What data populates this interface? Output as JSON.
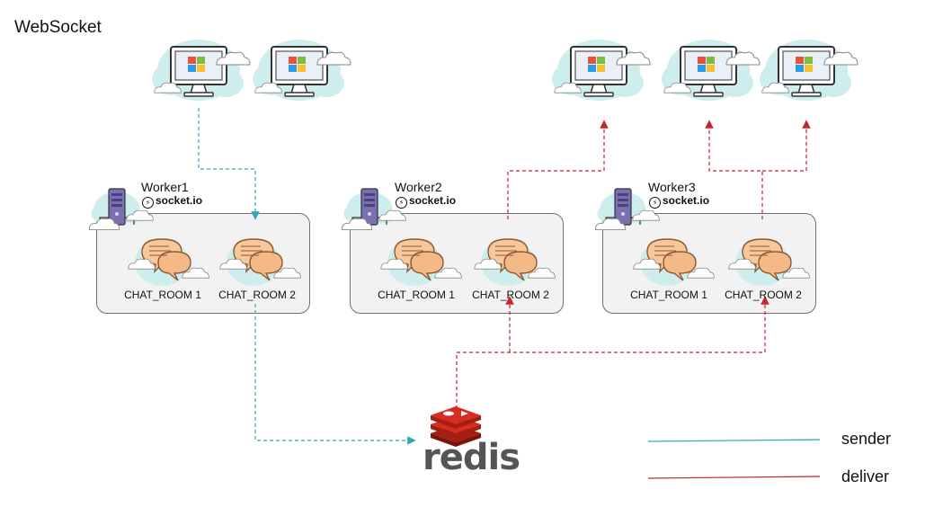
{
  "title": "WebSocket",
  "workers": [
    {
      "name": "Worker1",
      "badge": "socket.io",
      "rooms": [
        "CHAT_ROOM 1",
        "CHAT_ROOM 2"
      ]
    },
    {
      "name": "Worker2",
      "badge": "socket.io",
      "rooms": [
        "CHAT_ROOM 1",
        "CHAT_ROOM 2"
      ]
    },
    {
      "name": "Worker3",
      "badge": "socket.io",
      "rooms": [
        "CHAT_ROOM 1",
        "CHAT_ROOM 2"
      ]
    }
  ],
  "redis": {
    "label": "redis"
  },
  "legend": [
    {
      "label": "sender",
      "color": "#2ba7b5"
    },
    {
      "label": "deliver",
      "color": "#c8232c"
    }
  ],
  "colors": {
    "sender": "#2ba7b5",
    "deliver": "#c8232c",
    "cloud": "#cdeeed",
    "bubble_fill": "#f8c79a",
    "bubble_stroke": "#8b5a35",
    "server": "#7a6fb0"
  },
  "icons": [
    "computer-monitor-icon",
    "windows-logo-icon",
    "server-tower-icon",
    "chat-bubbles-icon",
    "redis-logo-icon"
  ]
}
